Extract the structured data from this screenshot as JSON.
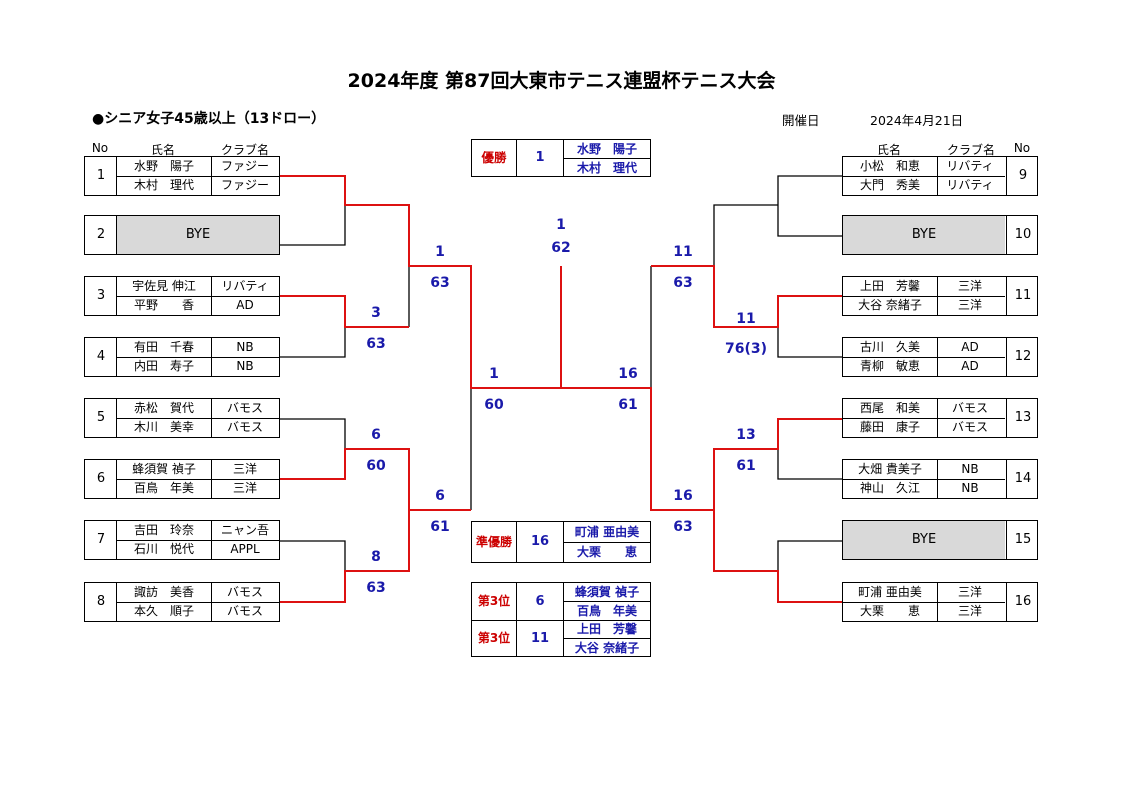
{
  "title": "2024年度 第87回大東市テニス連盟杯テニス大会",
  "subtitle": "●シニア女子45歳以上（13ドロー）",
  "date_label": "開催日",
  "date_value": "2024年4月21日",
  "headers": {
    "no": "No",
    "name": "氏名",
    "club": "クラブ名"
  },
  "bye_label": "BYE",
  "left_entries": [
    {
      "no": "1",
      "players": [
        {
          "name": "水野　陽子",
          "club": "ファジー"
        },
        {
          "name": "木村　理代",
          "club": "ファジー"
        }
      ]
    },
    {
      "no": "2",
      "bye": true
    },
    {
      "no": "3",
      "players": [
        {
          "name": "宇佐見 伸江",
          "club": "リバティ"
        },
        {
          "name": "平野　　香",
          "club": "AD"
        }
      ]
    },
    {
      "no": "4",
      "players": [
        {
          "name": "有田　千春",
          "club": "NB"
        },
        {
          "name": "内田　寿子",
          "club": "NB"
        }
      ]
    },
    {
      "no": "5",
      "players": [
        {
          "name": "赤松　賀代",
          "club": "バモス"
        },
        {
          "name": "木川　美幸",
          "club": "バモス"
        }
      ]
    },
    {
      "no": "6",
      "players": [
        {
          "name": "蜂須賀 禎子",
          "club": "三洋"
        },
        {
          "name": "百鳥　年美",
          "club": "三洋"
        }
      ]
    },
    {
      "no": "7",
      "players": [
        {
          "name": "吉田　玲奈",
          "club": "ニャン吾"
        },
        {
          "name": "石川　悦代",
          "club": "APPL"
        }
      ]
    },
    {
      "no": "8",
      "players": [
        {
          "name": "諏訪　美香",
          "club": "バモス"
        },
        {
          "name": "本久　順子",
          "club": "バモス"
        }
      ]
    }
  ],
  "right_entries": [
    {
      "no": "9",
      "players": [
        {
          "name": "小松　和恵",
          "club": "リバティ"
        },
        {
          "name": "大門　秀美",
          "club": "リバティ"
        }
      ]
    },
    {
      "no": "10",
      "bye": true
    },
    {
      "no": "11",
      "players": [
        {
          "name": "上田　芳馨",
          "club": "三洋"
        },
        {
          "name": "大谷 奈緒子",
          "club": "三洋"
        }
      ]
    },
    {
      "no": "12",
      "players": [
        {
          "name": "古川　久美",
          "club": "AD"
        },
        {
          "name": "青柳　敏恵",
          "club": "AD"
        }
      ]
    },
    {
      "no": "13",
      "players": [
        {
          "name": "西尾　和美",
          "club": "バモス"
        },
        {
          "name": "藤田　康子",
          "club": "バモス"
        }
      ]
    },
    {
      "no": "14",
      "players": [
        {
          "name": "大畑 貴美子",
          "club": "NB"
        },
        {
          "name": "神山　久江",
          "club": "NB"
        }
      ]
    },
    {
      "no": "15",
      "bye": true
    },
    {
      "no": "16",
      "players": [
        {
          "name": "町浦 亜由美",
          "club": "三洋"
        },
        {
          "name": "大栗　　恵",
          "club": "三洋"
        }
      ]
    }
  ],
  "results": {
    "winner": {
      "label": "優勝",
      "seed": "1",
      "names": [
        "水野　陽子",
        "木村　理代"
      ]
    },
    "runner_up": {
      "label": "準優勝",
      "seed": "16",
      "names": [
        "町浦 亜由美",
        "大栗　　恵"
      ]
    },
    "third_a": {
      "label": "第3位",
      "seed": "6",
      "names": [
        "蜂須賀 禎子",
        "百鳥　年美"
      ]
    },
    "third_b": {
      "label": "第3位",
      "seed": "11",
      "names": [
        "上田　芳馨",
        "大谷 奈緒子"
      ]
    }
  },
  "bracket_scores": {
    "r1_3": {
      "w": "3",
      "s": "63"
    },
    "r1_6": {
      "w": "6",
      "s": "60"
    },
    "r1_8": {
      "w": "8",
      "s": "63"
    },
    "r1_11": {
      "w": "11",
      "s": "76(3)"
    },
    "r1_13": {
      "w": "13",
      "s": "61"
    },
    "qf_1": {
      "w": "1",
      "s": "63"
    },
    "qf_6": {
      "w": "6",
      "s": "61"
    },
    "qf_11": {
      "w": "11",
      "s": "63"
    },
    "qf_16": {
      "w": "16",
      "s": "63"
    },
    "sf_1": {
      "w": "1",
      "s": "60"
    },
    "sf_16": {
      "w": "16",
      "s": "61"
    },
    "final": {
      "w": "1",
      "s": "62"
    }
  },
  "colors": {
    "win_line": "#dd1111",
    "score_text": "#1a1aaa",
    "label_red": "#cc0000",
    "bye_fill": "#d9d9d9"
  }
}
